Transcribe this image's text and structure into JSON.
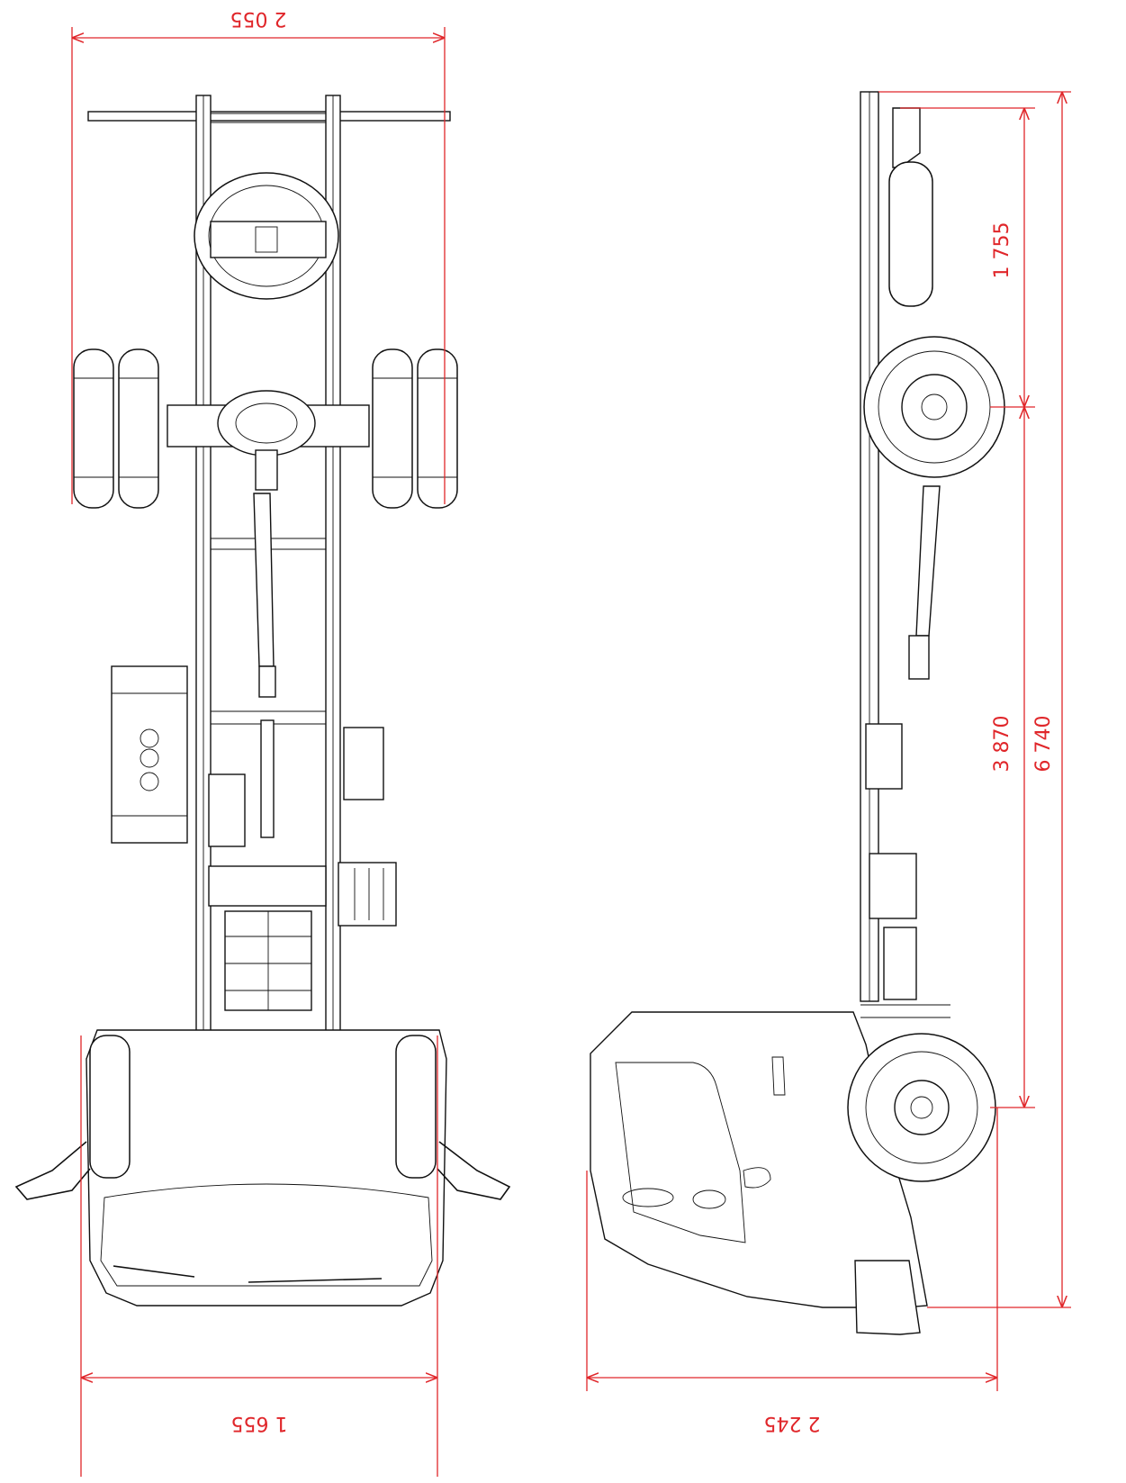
{
  "dimensions": {
    "top_overall_width": "2 055",
    "bottom_cab_width": "1 655",
    "bottom_side_length": "2 245",
    "rear_overhang": "1 755",
    "wheelbase": "3 870",
    "overall_length": "6 740"
  },
  "colors": {
    "dimension": "#e0262a",
    "linework": "#111111",
    "background": "#ffffff"
  }
}
